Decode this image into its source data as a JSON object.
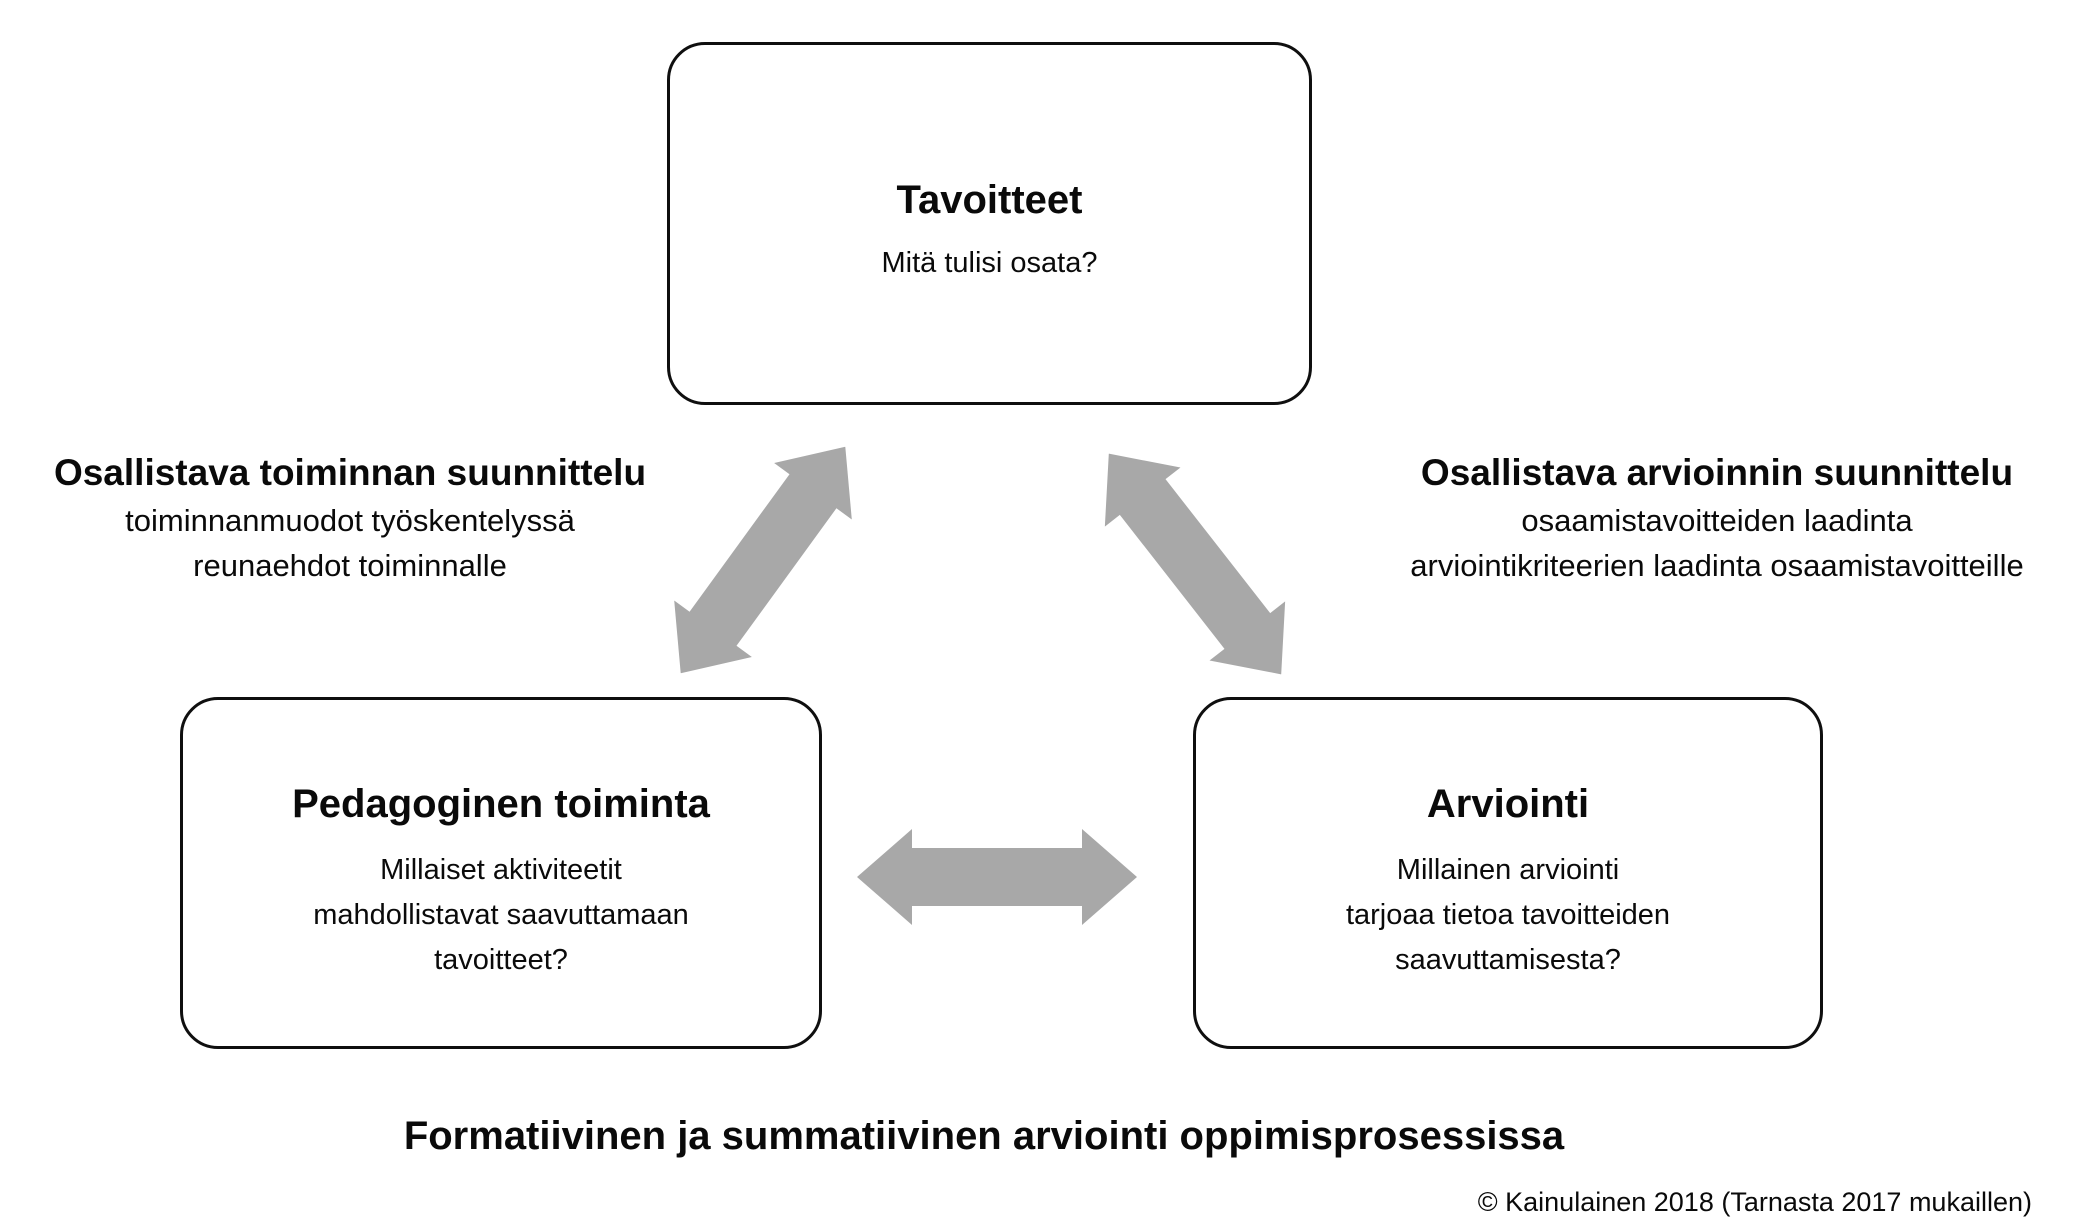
{
  "colors": {
    "background": "#ffffff",
    "arrow": "#a8a8a8",
    "box_border": "#0f0f0f",
    "text": "#0a0a0a"
  },
  "boxes": {
    "tavoitteet": {
      "title": "Tavoitteet",
      "question": "Mitä tulisi osata?"
    },
    "pedagoginen": {
      "title": "Pedagoginen toiminta",
      "lines": [
        "Millaiset aktiviteetit",
        "mahdollistavat saavuttamaan",
        "tavoitteet?"
      ]
    },
    "arviointi": {
      "title": "Arviointi",
      "lines": [
        "Millainen arviointi",
        "tarjoaa tietoa tavoitteiden",
        "saavuttamisesta?"
      ]
    }
  },
  "labels": {
    "left": {
      "title": "Osallistava toiminnan suunnittelu",
      "lines": [
        "toiminnanmuodot työskentelyssä",
        "reunaehdot toiminnalle"
      ]
    },
    "right": {
      "title": "Osallistava arvioinnin suunnittelu",
      "lines": [
        "osaamistavoitteiden laadinta",
        "arviointikriteerien laadinta osaamistavoitteille"
      ]
    }
  },
  "footer": {
    "caption": "Formatiivinen ja summatiivinen arviointi oppimisprosessissa",
    "credit": "© Kainulainen 2018 (Tarnasta 2017 mukaillen)"
  }
}
